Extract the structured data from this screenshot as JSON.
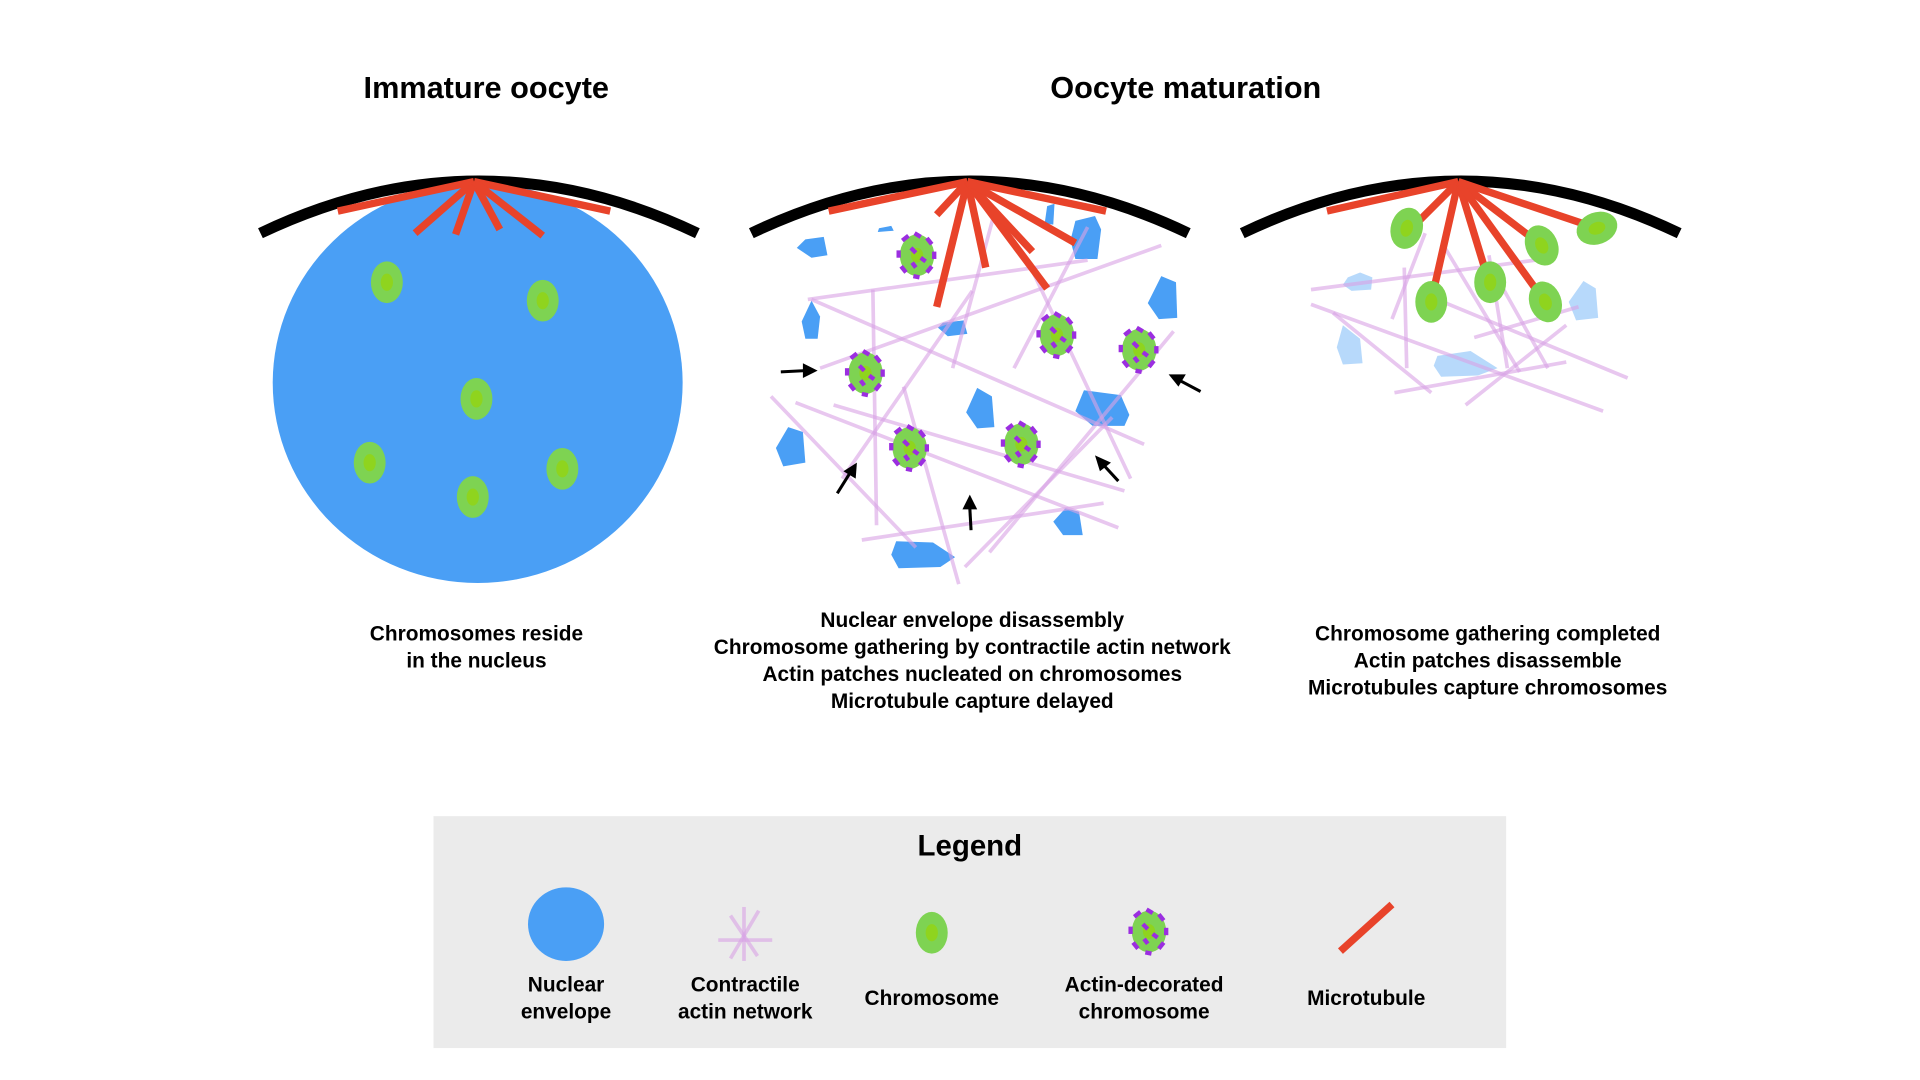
{
  "panels": [
    {
      "id": "immature",
      "title": "Immature oocyte",
      "caption": [
        "Chromosomes reside",
        "in the nucleus"
      ]
    },
    {
      "id": "maturation",
      "title": "Oocyte maturation",
      "caption": [
        "Nuclear envelope disassembly",
        "Chromosome gathering by contractile actin network",
        "Actin patches nucleated on chromosomes",
        "Microtubule capture delayed"
      ]
    },
    {
      "id": "completed",
      "title": "",
      "caption": [
        "Chromosome gathering completed",
        "Actin patches disassemble",
        "Microtubules capture chromosomes"
      ]
    }
  ],
  "legend": {
    "title": "Legend",
    "items": [
      {
        "icon": "nuclear-envelope-icon",
        "label": [
          "Nuclear",
          "envelope"
        ]
      },
      {
        "icon": "actin-network-icon",
        "label": [
          "Contractile",
          "actin network"
        ]
      },
      {
        "icon": "chromosome-icon",
        "label": [
          "Chromosome"
        ]
      },
      {
        "icon": "actin-decorated-chromosome-icon",
        "label": [
          "Actin-decorated",
          "chromosome"
        ]
      },
      {
        "icon": "microtubule-icon",
        "label": [
          "Microtubule"
        ]
      }
    ]
  },
  "colors": {
    "nuclear_envelope": "#4a9ff5",
    "chromosome": "#7ed352",
    "chromosome_core": "#8fd41e",
    "actin": "#d9a3e6",
    "actin_patch": "#9b2ee0",
    "microtubule": "#e8432a",
    "cortex": "#000000",
    "legend_bg": "#ebebeb"
  }
}
